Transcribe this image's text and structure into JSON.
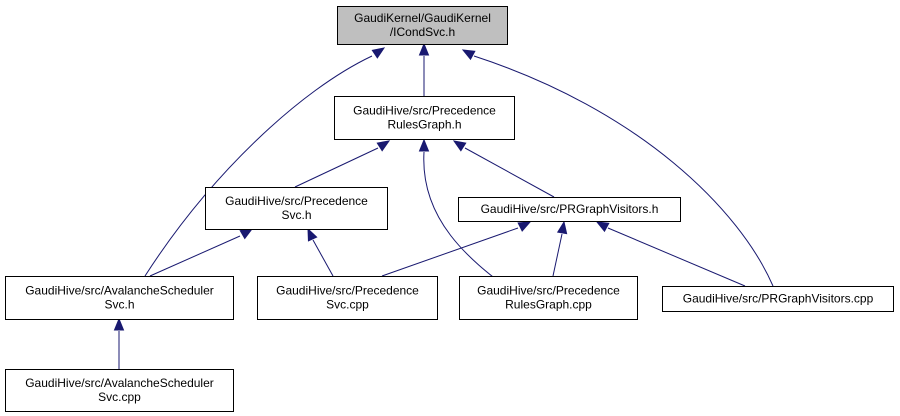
{
  "graph": {
    "colors": {
      "root_fill": "#bfbfbf",
      "node_fill": "#ffffff",
      "edge": "#191970",
      "border": "#000000"
    },
    "nodes": [
      {
        "id": "icondsvc",
        "root": true,
        "lines": [
          "GaudiKernel/GaudiKernel",
          "/ICondSvc.h"
        ]
      },
      {
        "id": "prgraph_h",
        "lines": [
          "GaudiHive/src/Precedence",
          "RulesGraph.h"
        ]
      },
      {
        "id": "precsvc_h",
        "lines": [
          "GaudiHive/src/Precedence",
          "Svc.h"
        ]
      },
      {
        "id": "visitors_h",
        "lines": [
          "GaudiHive/src/PRGraphVisitors.h"
        ]
      },
      {
        "id": "avalanche_h",
        "lines": [
          "GaudiHive/src/AvalancheScheduler",
          "Svc.h"
        ]
      },
      {
        "id": "precsvc_cpp",
        "lines": [
          "GaudiHive/src/Precedence",
          "Svc.cpp"
        ]
      },
      {
        "id": "prgraph_cpp",
        "lines": [
          "GaudiHive/src/Precedence",
          "RulesGraph.cpp"
        ]
      },
      {
        "id": "visitors_cpp",
        "lines": [
          "GaudiHive/src/PRGraphVisitors.cpp"
        ]
      },
      {
        "id": "avalanche_cpp",
        "lines": [
          "GaudiHive/src/AvalancheScheduler",
          "Svc.cpp"
        ]
      }
    ],
    "edges": [
      {
        "from": "prgraph_h",
        "to": "icondsvc"
      },
      {
        "from": "avalanche_h",
        "to": "icondsvc"
      },
      {
        "from": "visitors_cpp",
        "to": "icondsvc"
      },
      {
        "from": "precsvc_h",
        "to": "prgraph_h"
      },
      {
        "from": "prgraph_cpp",
        "to": "prgraph_h"
      },
      {
        "from": "visitors_h",
        "to": "prgraph_h"
      },
      {
        "from": "avalanche_h",
        "to": "precsvc_h"
      },
      {
        "from": "precsvc_cpp",
        "to": "precsvc_h"
      },
      {
        "from": "precsvc_cpp",
        "to": "visitors_h"
      },
      {
        "from": "prgraph_cpp",
        "to": "visitors_h"
      },
      {
        "from": "visitors_cpp",
        "to": "visitors_h"
      },
      {
        "from": "avalanche_cpp",
        "to": "avalanche_h"
      }
    ]
  }
}
